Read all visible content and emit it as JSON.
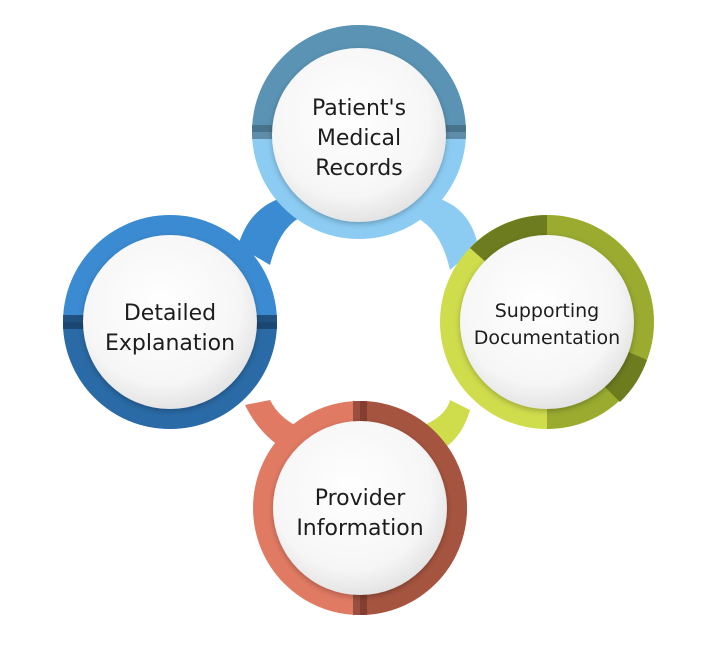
{
  "nodes": [
    {
      "id": "top",
      "lines": [
        "Patient's",
        "Medical",
        "Records"
      ],
      "color": "#8cccf3",
      "dark": "#5a93b4"
    },
    {
      "id": "right",
      "lines": [
        "Supporting",
        "Documentation"
      ],
      "color": "#cfdc4c",
      "dark": "#7a8b24"
    },
    {
      "id": "bottom",
      "lines": [
        "Provider",
        "Information"
      ],
      "color": "#e07a63",
      "dark": "#8e4a3e"
    },
    {
      "id": "left",
      "lines": [
        "Detailed",
        "Explanation"
      ],
      "color": "#3b8bd2",
      "dark": "#1d4f80"
    }
  ]
}
